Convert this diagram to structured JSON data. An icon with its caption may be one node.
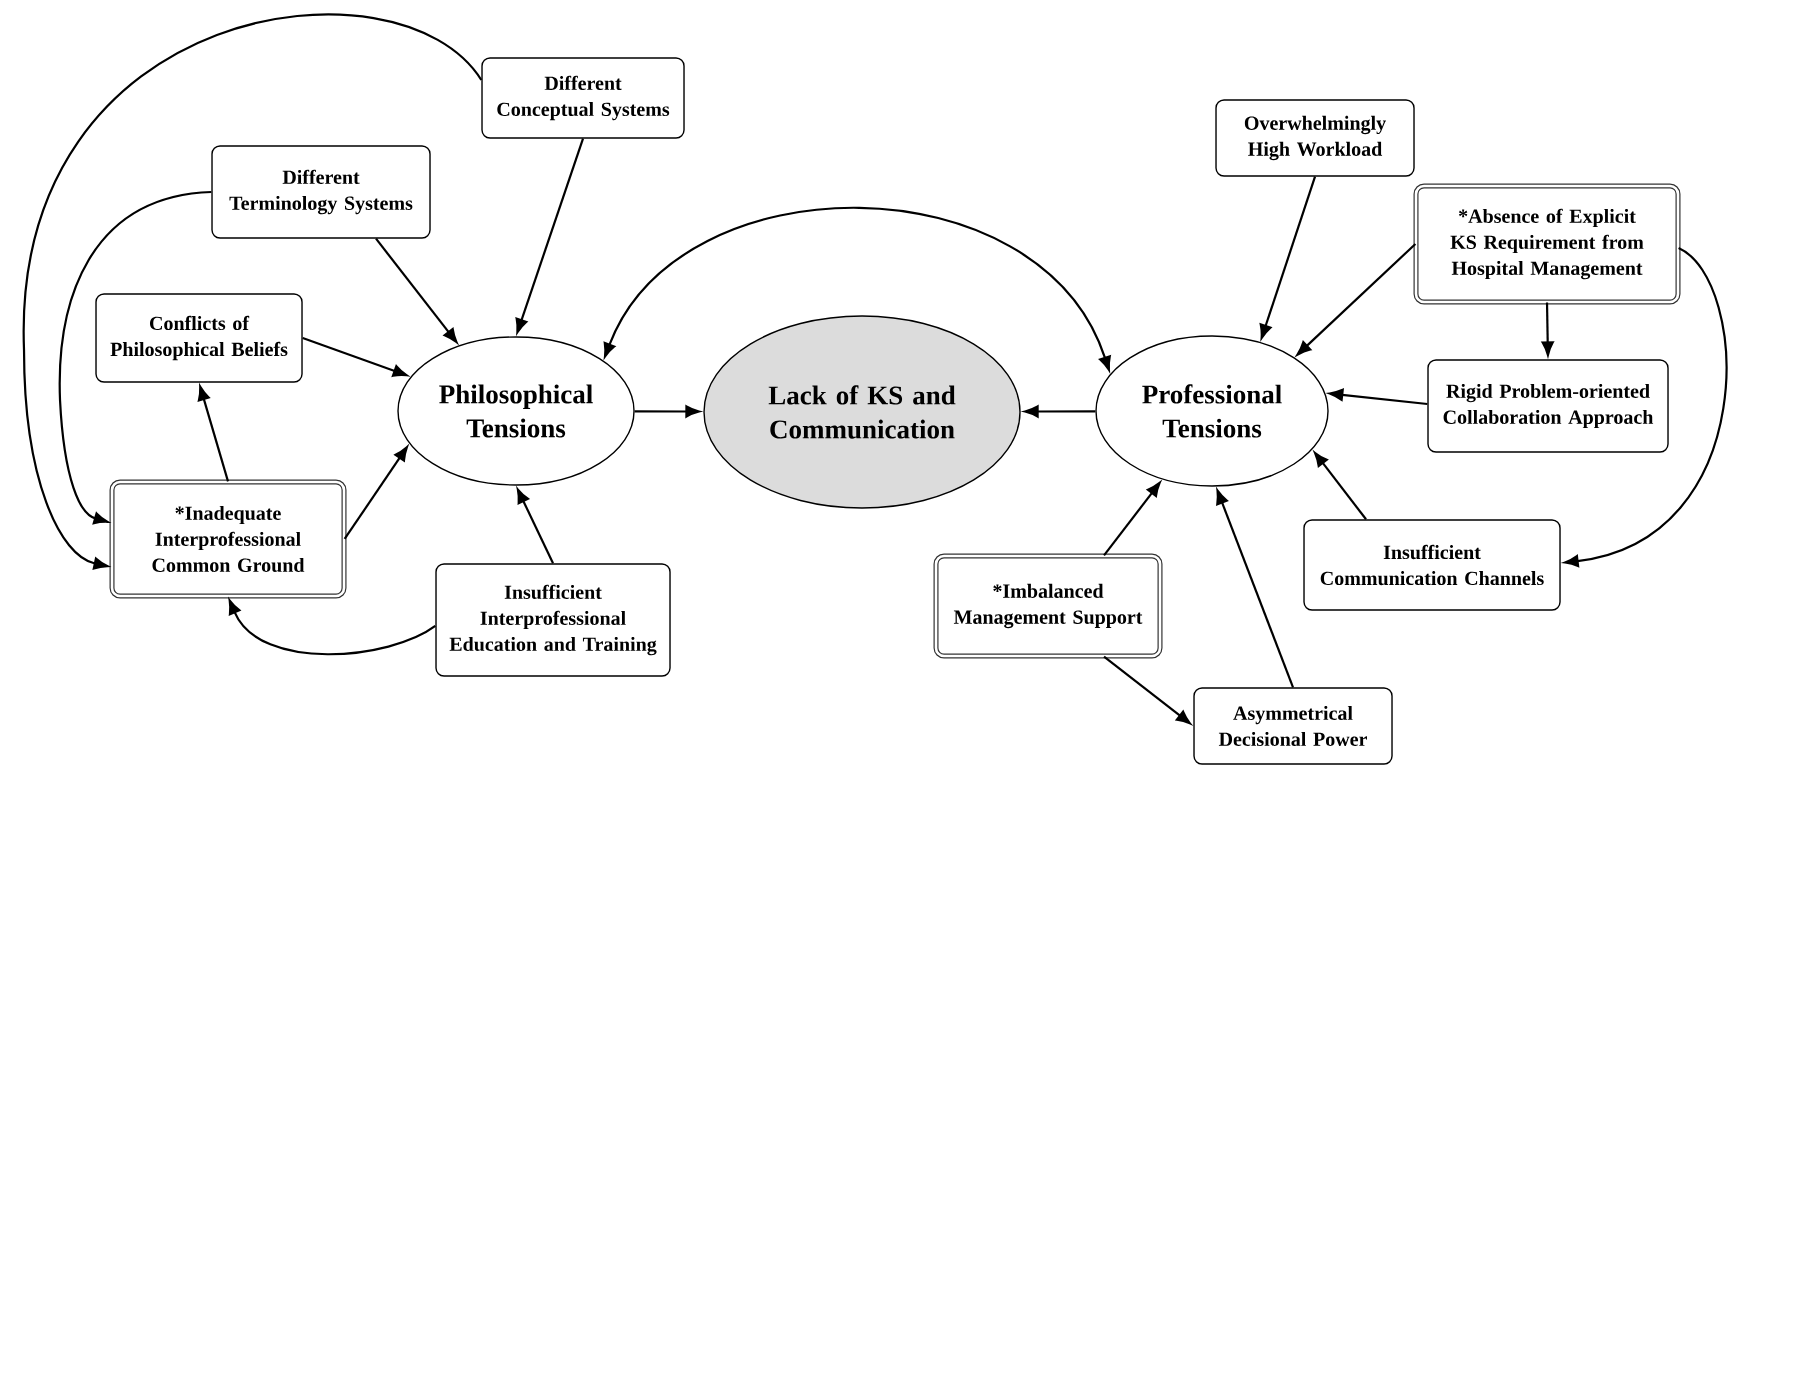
{
  "diagram": {
    "nodes": [
      {
        "text": [
          "Different Conceptual Systems"
        ]
      },
      {
        "text": [
          "Different Terminology Systems"
        ]
      },
      {
        "text": [
          "Conflicts of Philosophical Beliefs"
        ]
      },
      {
        "text": [
          "*Inadequate Interprofessional Common Ground"
        ]
      },
      {
        "text": [
          "Insufficient Interprofessional Education and Training"
        ]
      },
      {
        "text": [
          "Philosophical Tensions"
        ]
      },
      {
        "text": [
          "Lack of KS and Communication"
        ]
      },
      {
        "text": [
          "Professional Tensions"
        ]
      },
      {
        "text": [
          "Overwhelmingly High Workload"
        ]
      },
      {
        "text": [
          "*Absence of Explicit KS Requirement from Hospital Management"
        ]
      },
      {
        "text": [
          "Rigid Problem-oriented Collaboration Approach"
        ]
      },
      {
        "text": [
          "Insufficient Communication Channels"
        ]
      },
      {
        "text": [
          "*Imbalanced Management Support"
        ]
      },
      {
        "text": [
          "Asymmetrical Decisional Power"
        ]
      }
    ],
    "edges": [
      {
        "from": 0,
        "to": 5,
        "arrow": "to"
      },
      {
        "from": 1,
        "to": 5,
        "arrow": "to"
      },
      {
        "from": 2,
        "to": 5,
        "arrow": "to"
      },
      {
        "from": 3,
        "to": 5,
        "arrow": "to"
      },
      {
        "from": 3,
        "to": 2,
        "arrow": "to"
      },
      {
        "from": 4,
        "to": 5,
        "arrow": "to"
      },
      {
        "from": 4,
        "to": 3,
        "arrow": "to"
      },
      {
        "from": 0,
        "to": 3,
        "arrow": "to"
      },
      {
        "from": 1,
        "to": 3,
        "arrow": "to"
      },
      {
        "from": 5,
        "to": 6,
        "arrow": "to"
      },
      {
        "from": 7,
        "to": 6,
        "arrow": "to"
      },
      {
        "from": 5,
        "to": 7,
        "arrow": "both"
      },
      {
        "from": 8,
        "to": 7,
        "arrow": "to"
      },
      {
        "from": 9,
        "to": 7,
        "arrow": "to"
      },
      {
        "from": 9,
        "to": 10,
        "arrow": "to"
      },
      {
        "from": 10,
        "to": 7,
        "arrow": "to"
      },
      {
        "from": 9,
        "to": 11,
        "arrow": "to"
      },
      {
        "from": 11,
        "to": 7,
        "arrow": "to"
      },
      {
        "from": 12,
        "to": 7,
        "arrow": "to"
      },
      {
        "from": 12,
        "to": 13,
        "arrow": "to"
      },
      {
        "from": 13,
        "to": 7,
        "arrow": "to"
      }
    ]
  }
}
